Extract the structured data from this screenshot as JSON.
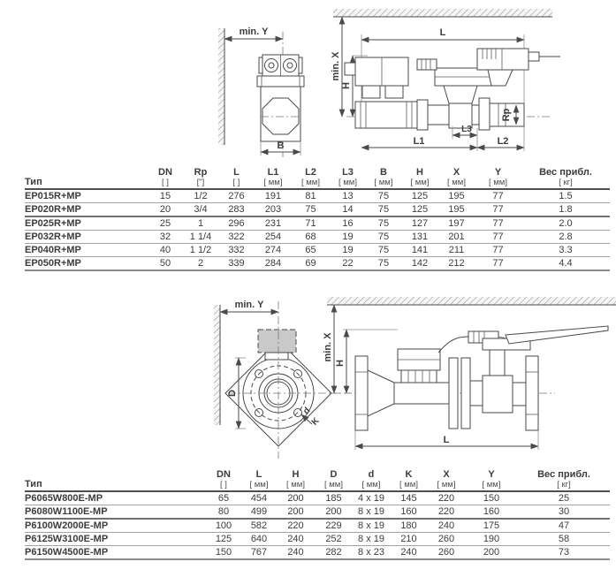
{
  "colors": {
    "line": "#4a4a4a",
    "hatch": "#9a9a9a",
    "actuator_fill": "#c9c9c9"
  },
  "figure1": {
    "front": {
      "min_y": "min. Y",
      "b": "B"
    },
    "side": {
      "l": "L",
      "min_x": "min. X",
      "h": "H",
      "rp": "Rp",
      "l1": "L1",
      "l2": "L2",
      "l3": "L3"
    }
  },
  "figure2": {
    "front": {
      "min_y": "min. Y",
      "d_flange": "D",
      "d_hole": "d",
      "k": "K"
    },
    "side": {
      "min_x": "min. X",
      "h": "H",
      "l": "L"
    }
  },
  "table1": {
    "col_headers": [
      "Тип",
      "DN",
      "Rp",
      "L",
      "L1",
      "L2",
      "L3",
      "B",
      "H",
      "X",
      "Y",
      "Вес прибл."
    ],
    "col_units": [
      "",
      "[ ]",
      "[\"]",
      "[ ]",
      "[ мм]",
      "[ мм]",
      "[ мм]",
      "[ мм]",
      "[ мм]",
      "[ мм]",
      "[ мм]",
      "[ кг]"
    ],
    "rows": [
      [
        "EP015R+MP",
        "15",
        "1/2",
        "276",
        "191",
        "81",
        "13",
        "75",
        "125",
        "195",
        "77",
        "1.5"
      ],
      [
        "EP020R+MP",
        "20",
        "3/4",
        "283",
        "203",
        "75",
        "14",
        "75",
        "125",
        "195",
        "77",
        "1.8"
      ],
      [
        "EP025R+MP",
        "25",
        "1",
        "296",
        "231",
        "71",
        "16",
        "75",
        "127",
        "197",
        "77",
        "2.0"
      ],
      [
        "EP032R+MP",
        "32",
        "1 1/4",
        "322",
        "254",
        "68",
        "19",
        "75",
        "131",
        "201",
        "77",
        "2.8"
      ],
      [
        "EP040R+MP",
        "40",
        "1 1/2",
        "332",
        "274",
        "65",
        "19",
        "75",
        "141",
        "211",
        "77",
        "3.3"
      ],
      [
        "EP050R+MP",
        "50",
        "2",
        "339",
        "284",
        "69",
        "22",
        "75",
        "142",
        "212",
        "77",
        "4.4"
      ]
    ]
  },
  "table2": {
    "col_headers": [
      "Тип",
      "DN",
      "L",
      "H",
      "D",
      "d",
      "K",
      "X",
      "Y",
      "Вес прибл."
    ],
    "col_units": [
      "",
      "[ ]",
      "[ мм]",
      "[ мм]",
      "[ мм]",
      "[ мм]",
      "[ мм]",
      "[ мм]",
      "[ мм]",
      "[ кг]"
    ],
    "rows": [
      [
        "P6065W800E-MP",
        "65",
        "454",
        "200",
        "185",
        "4 x 19",
        "145",
        "220",
        "150",
        "25"
      ],
      [
        "P6080W1100E-MP",
        "80",
        "499",
        "200",
        "200",
        "8 x 19",
        "160",
        "220",
        "160",
        "30"
      ],
      [
        "P6100W2000E-MP",
        "100",
        "582",
        "220",
        "229",
        "8 x 19",
        "180",
        "240",
        "175",
        "47"
      ],
      [
        "P6125W3100E-MP",
        "125",
        "640",
        "240",
        "252",
        "8 x 19",
        "210",
        "260",
        "190",
        "58"
      ],
      [
        "P6150W4500E-MP",
        "150",
        "767",
        "240",
        "282",
        "8 x 23",
        "240",
        "260",
        "200",
        "73"
      ]
    ]
  }
}
